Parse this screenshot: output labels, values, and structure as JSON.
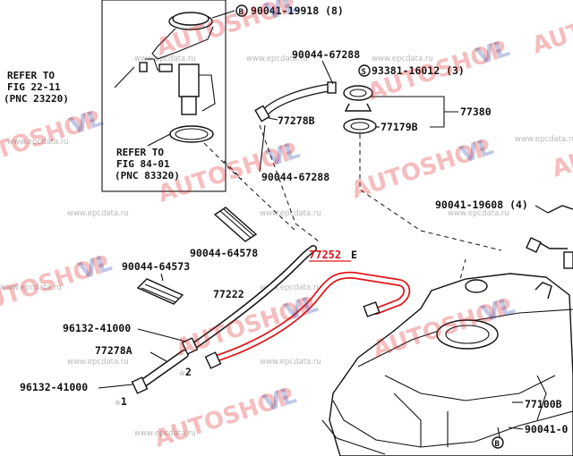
{
  "callouts": {
    "p90041_19918": "90041-19918 (8)",
    "refer_fig22": [
      "REFER TO",
      "FIG 22-11",
      "(PNC 23220)"
    ],
    "refer_fig84": [
      "REFER TO",
      "FIG 84-01",
      "(PNC 83320)"
    ],
    "p90044_67288_top": "90044-67288",
    "p93381_16012": "93381-16012 (3)",
    "p77278B": "77278B",
    "p77380": "77380",
    "p77179B": "77179B",
    "p90044_67288_mid": "90044-67288",
    "p90041_19608": "90041-19608 (4)",
    "p90044_64578": "90044-64578",
    "p77252E_num": "77252",
    "p77252E_suffix": "E",
    "p90044_64573": "90044-64573",
    "p77222": "77222",
    "p96132_41000_a": "96132-41000",
    "p77278A": "77278A",
    "star2": "☆2",
    "p96132_41000_b": "96132-41000",
    "star1": "☆1",
    "p77100B": "77100B",
    "p90041_0": "90041-0"
  },
  "badges": {
    "b_letter": "B",
    "s_letter": "S"
  },
  "watermarks": {
    "brand": "AUTOSHOP",
    "brand_suffix": "VL",
    "site": "www.epcdata.ru"
  },
  "colors": {
    "highlight": "#e0161b",
    "watermark_red": "#e0161b",
    "watermark_blue": "#1d3fa5"
  }
}
